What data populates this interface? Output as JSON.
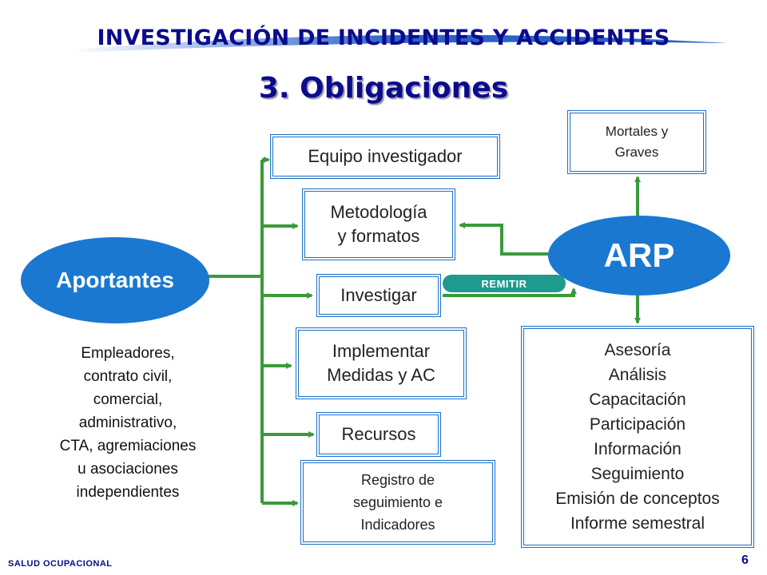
{
  "header": {
    "title": "INVESTIGACIÓN DE INCIDENTES Y ACCIDENTES",
    "subtitle": "3. Obligaciones"
  },
  "nodes": {
    "aportantes": "Aportantes",
    "arp": "ARP",
    "equipo": "Equipo investigador",
    "metodologia": [
      "Metodología",
      "y formatos"
    ],
    "investigar": "Investigar",
    "implementar": [
      "Implementar",
      "Medidas y AC"
    ],
    "recursos": "Recursos",
    "registro": [
      "Registro de",
      "seguimiento e",
      "Indicadores"
    ],
    "mortales": [
      "Mortales y",
      "Graves"
    ],
    "asesoria": [
      "Asesoría",
      "Análisis",
      "Capacitación",
      "Participación",
      "Información",
      "Seguimiento",
      "Emisión de conceptos",
      "Informe semestral"
    ]
  },
  "employer_types": [
    "Empleadores,",
    "contrato civil,",
    "comercial,",
    "administrativo,",
    "CTA, agremiaciones",
    "u asociaciones",
    "independientes"
  ],
  "remitir_label": "REMITIR",
  "footer": {
    "label": "SALUD OCUPACIONAL",
    "page": "6"
  },
  "colors": {
    "title": "#0b0b8c",
    "connector": "#3a9a3a",
    "oval": "#1a78d0",
    "box_border": "#1a6fc4",
    "remitir": "#1f9a8e"
  }
}
